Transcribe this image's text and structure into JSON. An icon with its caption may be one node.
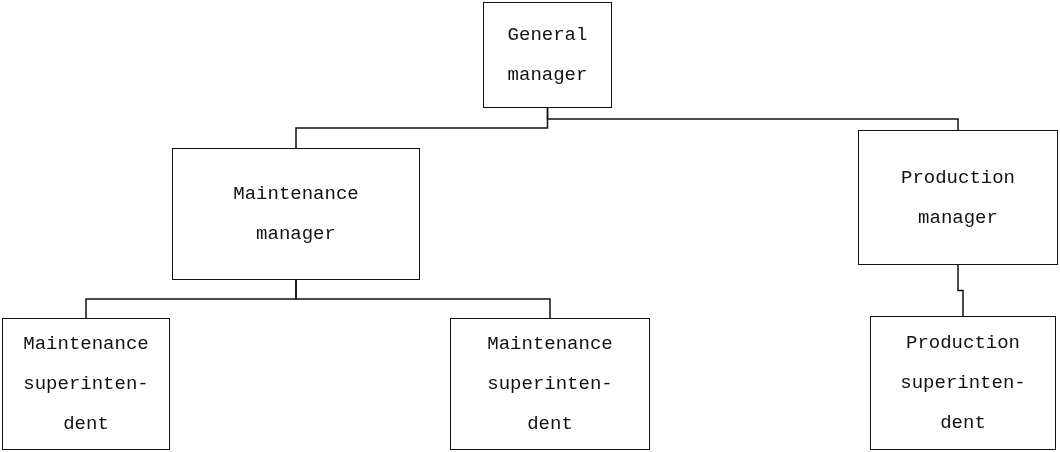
{
  "diagram": {
    "nodes": [
      {
        "text": [
          "General manager"
        ]
      },
      {
        "text": [
          "Maintenance manager"
        ]
      },
      {
        "text": [
          "Production manager"
        ]
      },
      {
        "text": [
          "Maintenance superinten- dent"
        ]
      },
      {
        "text": [
          "Maintenance superinten- dent"
        ]
      },
      {
        "text": [
          "Production superinten- dent"
        ]
      }
    ],
    "edges": [
      {
        "from": 0,
        "to": 1,
        "arrow": "none"
      },
      {
        "from": 0,
        "to": 2,
        "arrow": "none"
      },
      {
        "from": 1,
        "to": 3,
        "arrow": "none"
      },
      {
        "from": 1,
        "to": 4,
        "arrow": "none"
      },
      {
        "from": 2,
        "to": 5,
        "arrow": "none"
      }
    ]
  }
}
